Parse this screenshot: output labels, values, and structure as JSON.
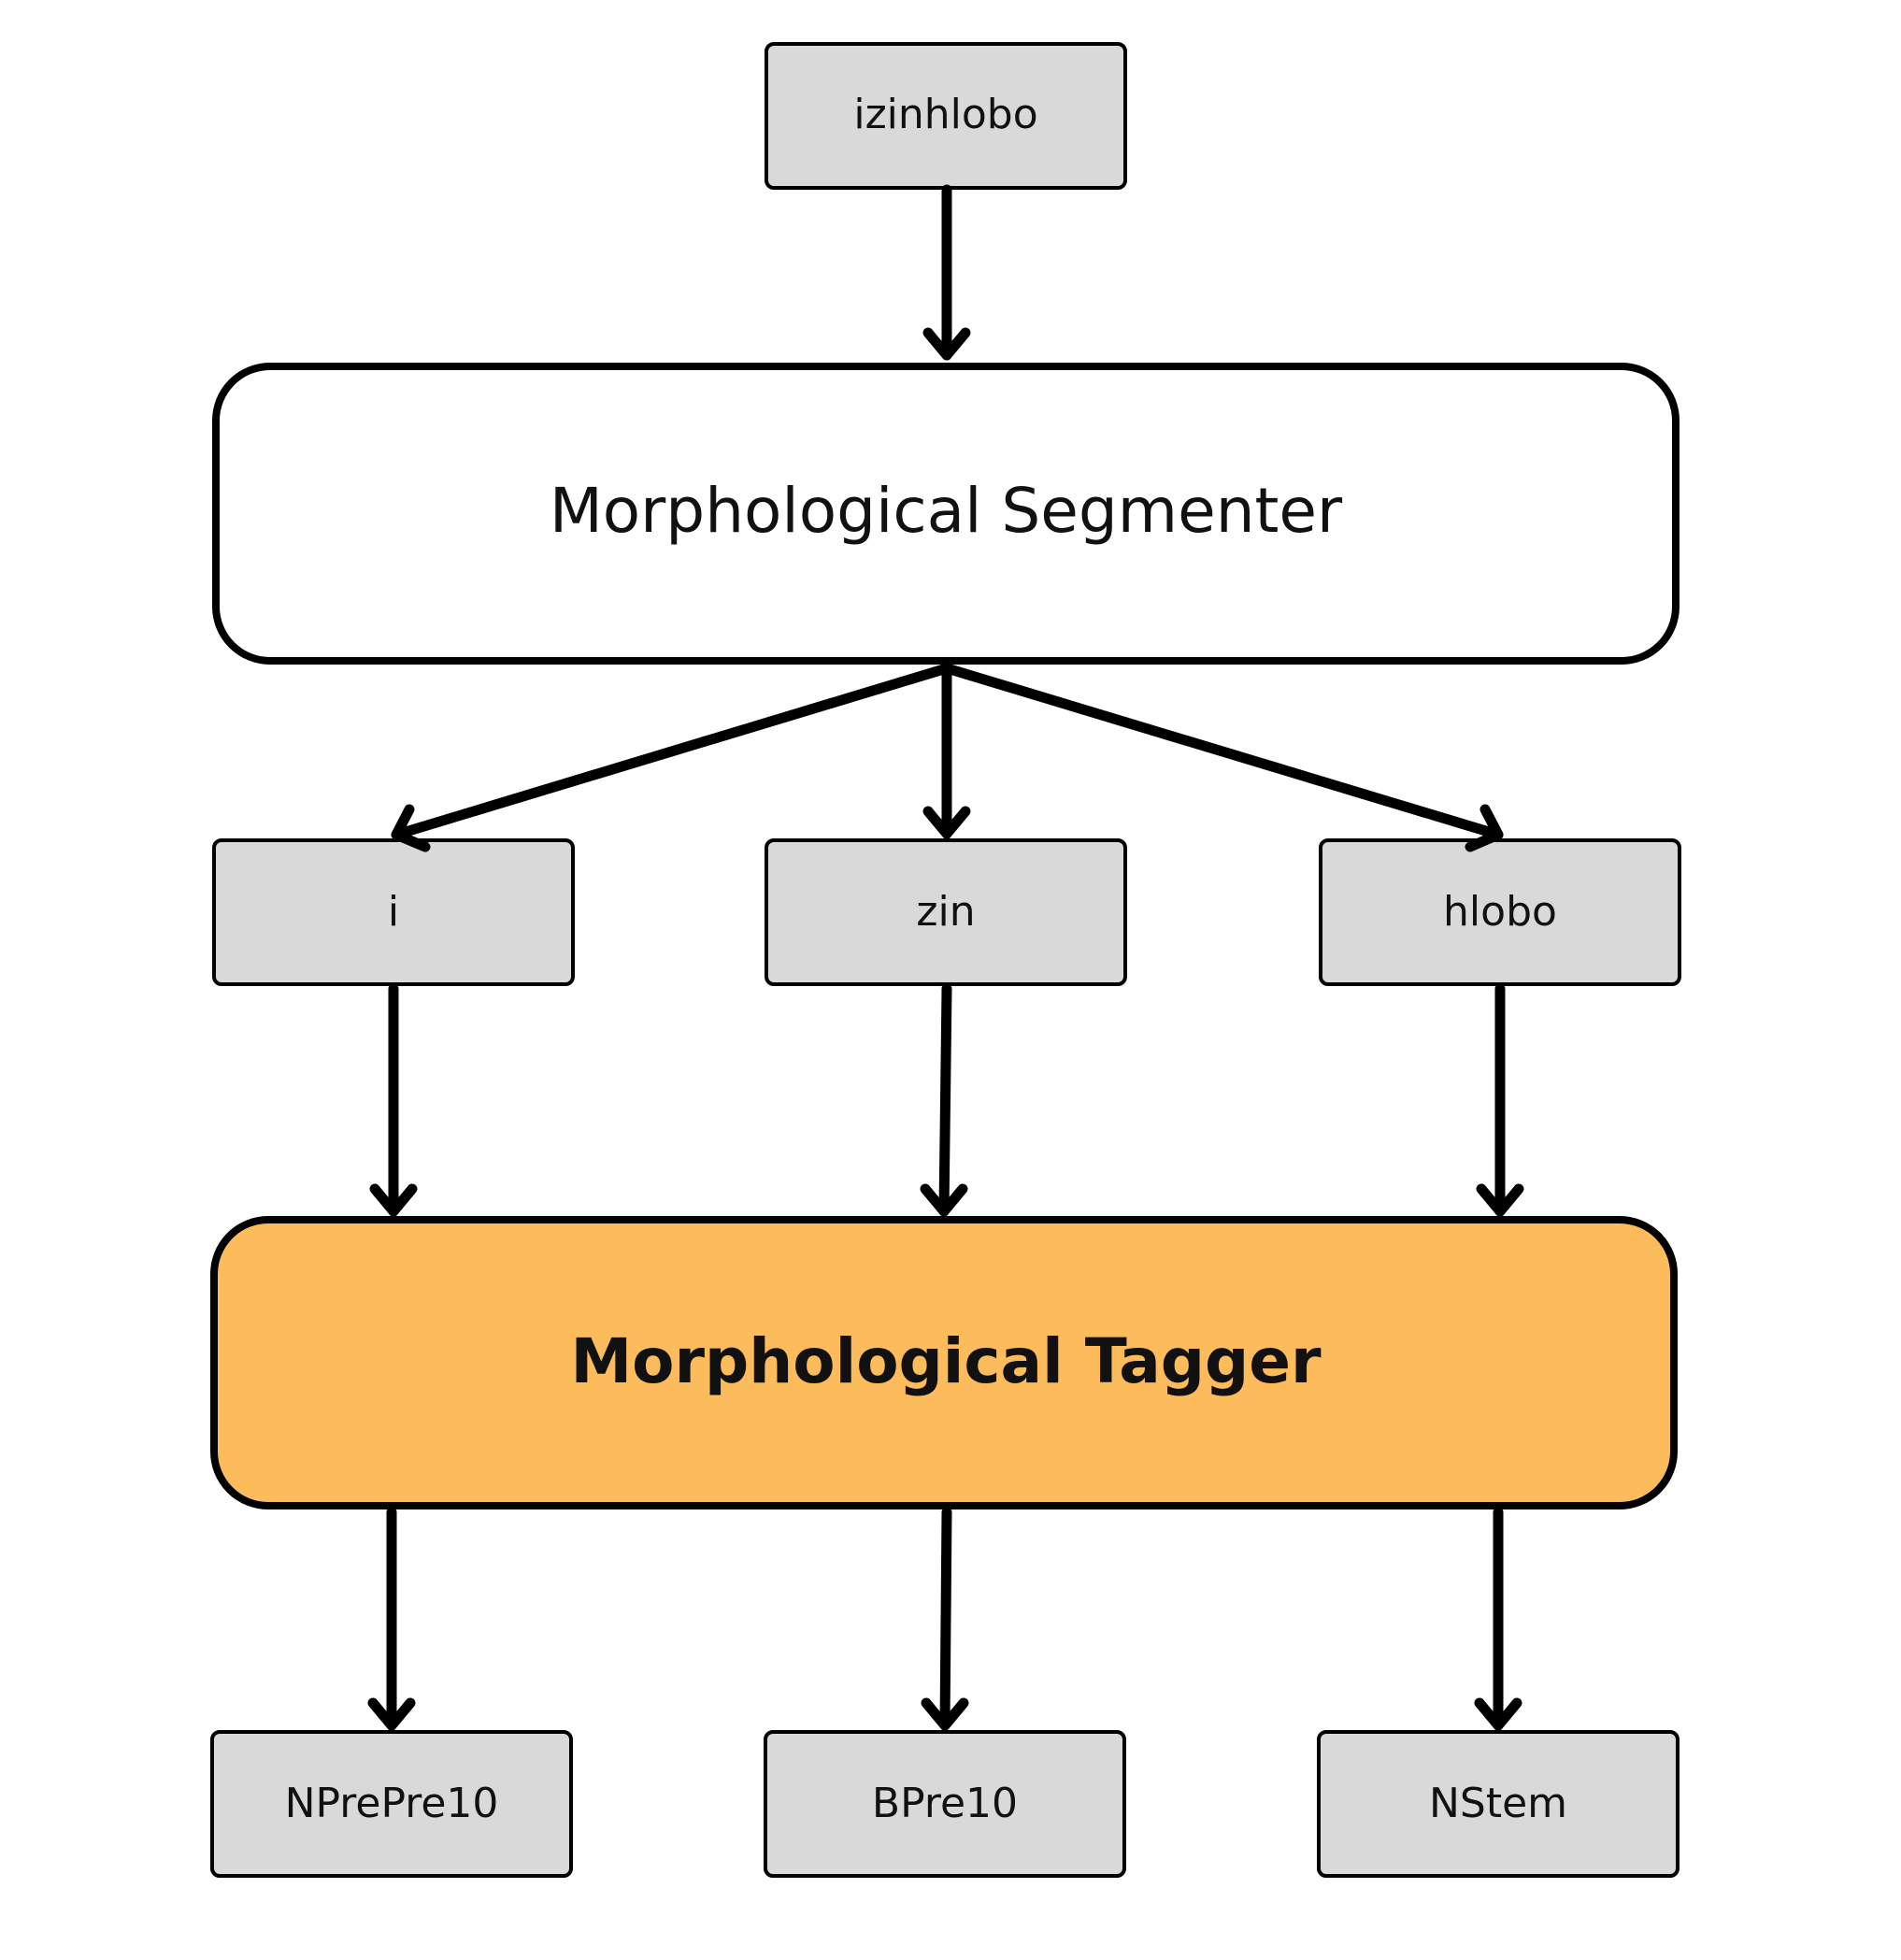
{
  "colors": {
    "token_fill": "#d9d9d9",
    "tagger_fill": "#fcbc5c",
    "segmenter_fill": "#ffffff",
    "stroke": "#000000"
  },
  "input": {
    "word": "izinhlobo"
  },
  "segmenter": {
    "label": "Morphological Segmenter"
  },
  "segments": [
    {
      "text": "i"
    },
    {
      "text": "zin"
    },
    {
      "text": "hlobo"
    }
  ],
  "tagger": {
    "label": "Morphological Tagger"
  },
  "tags": [
    {
      "text": "NPrePre10"
    },
    {
      "text": "BPre10"
    },
    {
      "text": "NStem"
    }
  ]
}
